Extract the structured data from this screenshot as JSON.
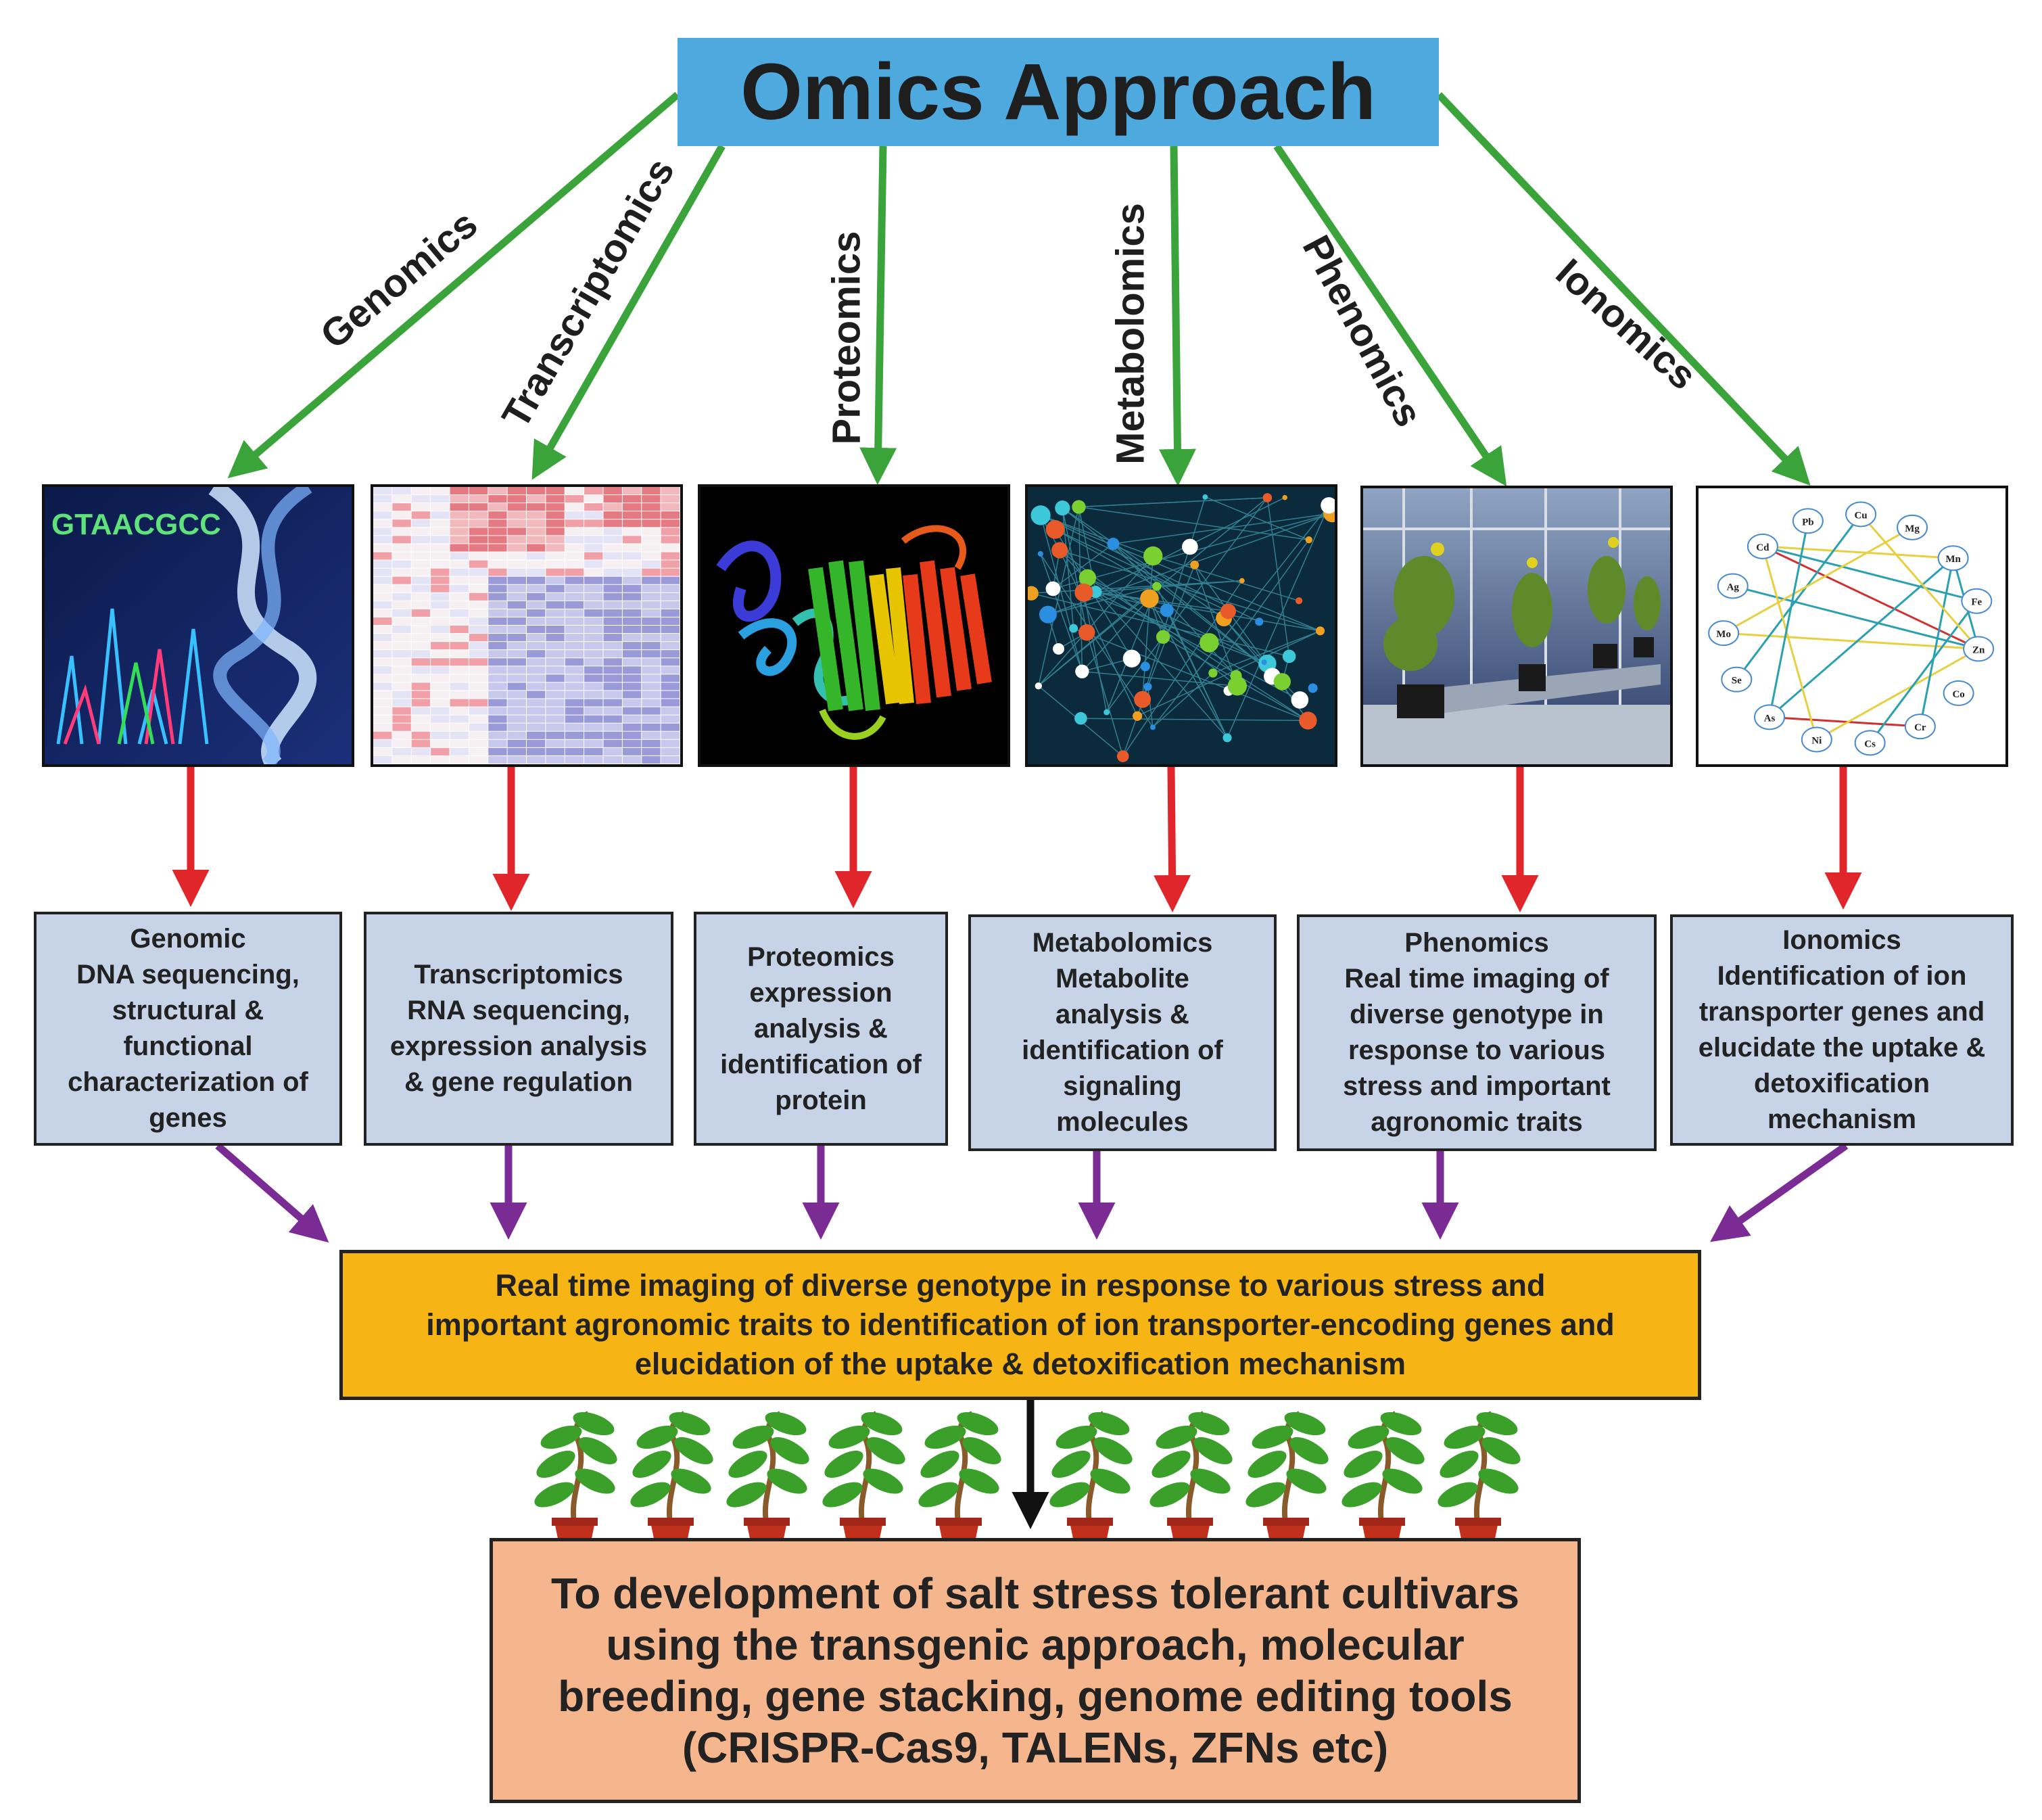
{
  "title": "Omics Approach",
  "branches": [
    {
      "key": "genomics",
      "label": "Genomics",
      "detail": "Genomic\nDNA sequencing,\nstructural &\nfunctional\ncharacterization of\ngenes"
    },
    {
      "key": "transcriptomics",
      "label": "Transcriptomics",
      "detail": "Transcriptomics\nRNA sequencing,\nexpression analysis\n& gene regulation"
    },
    {
      "key": "proteomics",
      "label": "Proteomics",
      "detail": "Proteomics\nexpression\nanalysis &\nidentification of\nprotein"
    },
    {
      "key": "metabolomics",
      "label": "Metabolomics",
      "detail": "Metabolomics\nMetabolite\nanalysis &\nidentification of\nsignaling\nmolecules"
    },
    {
      "key": "phenomics",
      "label": "Phenomics",
      "detail": "Phenomics\nReal time imaging of\ndiverse genotype in\nresponse to various\nstress and important\nagronomic traits"
    },
    {
      "key": "ionomics",
      "label": "Ionomics",
      "detail": "Ionomics\nIdentification of ion\ntransporter genes and\nelucidate the uptake &\ndetoxification\nmechanism"
    }
  ],
  "panels": {
    "genomics_sequence": "GTAACGCC",
    "ionomics_elements": [
      "Pb",
      "Cu",
      "Mg",
      "Mn",
      "Fe",
      "Zn",
      "Co",
      "Cr",
      "Cs",
      "Ni",
      "As",
      "Se",
      "Mo",
      "Ag",
      "Cd"
    ]
  },
  "synthesis": "Real time imaging of diverse genotype in response to various stress and\nimportant agronomic traits to identification of ion transporter-encoding genes and\nelucidation of the uptake & detoxification mechanism",
  "outcome": "To development of salt stress tolerant cultivars\nusing the transgenic approach, molecular\nbreeding, gene stacking, genome editing tools\n(CRISPR-Cas9, TALENs, ZFNs etc)",
  "colors": {
    "title_bg": "#4ea9df",
    "green_arrow": "#3aa33a",
    "red_arrow": "#e0262a",
    "purple_arrow": "#7a2b94",
    "detail_bg": "#c7d3e6",
    "synthesis_bg": "#f7b515",
    "outcome_bg": "#f6b68d"
  }
}
